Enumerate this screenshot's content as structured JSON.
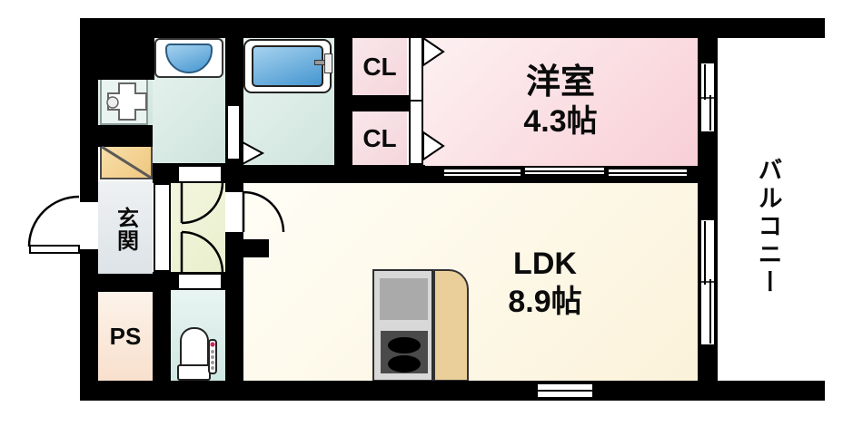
{
  "floorplan": {
    "western_room": {
      "name": "洋室",
      "size": "4.3帖"
    },
    "ldk": {
      "name": "LDK",
      "size": "8.9帖"
    },
    "balcony": {
      "name": "バルコニー"
    },
    "entrance": {
      "name": "玄関"
    },
    "closet_upper": {
      "label": "CL"
    },
    "closet_lower": {
      "label": "CL"
    },
    "pipe_space": {
      "label": "PS"
    },
    "colors": {
      "wall": "#000000",
      "western_room_pink": "#f8cfd6",
      "closet_pink": "#f4d6dc",
      "ldk_cream": "#fbf2da",
      "entrance_gray": "#dde3e7",
      "hall_green": "#e9efcd",
      "wet_area_cyan": "#cfe4dd",
      "toilet_cyan": "#cfe7e2",
      "pipe_space_peach": "#f8e0cd",
      "water_blue": "#4596d0",
      "counter_tan": "#ebcf9b",
      "shoe_cabinet_orange": "#efc77f",
      "stove_gray": "#4a4a4a"
    }
  }
}
